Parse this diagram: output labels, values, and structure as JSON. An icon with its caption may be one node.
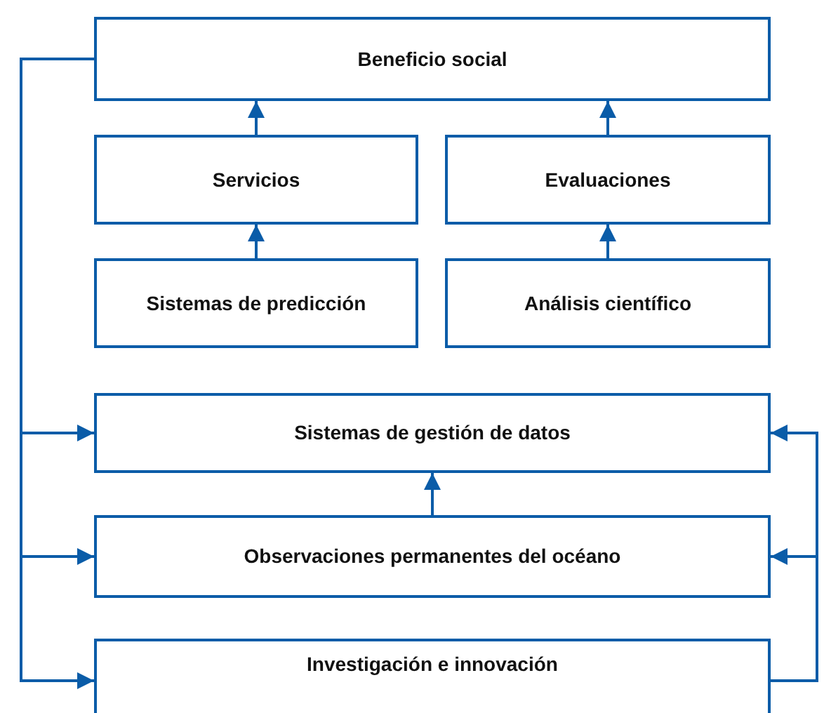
{
  "diagram": {
    "nodes": [
      {
        "text": [
          "Beneficio social"
        ]
      },
      {
        "text": [
          "Servicios"
        ]
      },
      {
        "text": [
          "Evaluaciones"
        ]
      },
      {
        "text": [
          "Sistemas de predicción"
        ]
      },
      {
        "text": [
          "Análisis científico"
        ]
      },
      {
        "text": [
          "Sistemas de gestión de datos"
        ]
      },
      {
        "text": [
          "Observaciones permanentes del océano"
        ]
      },
      {
        "text": [
          "Investigación e innovación"
        ]
      }
    ],
    "edges": [
      {
        "from": 3,
        "to": 1,
        "arrow": "to"
      },
      {
        "from": 1,
        "to": 0,
        "arrow": "to"
      },
      {
        "from": 4,
        "to": 2,
        "arrow": "to"
      },
      {
        "from": 2,
        "to": 0,
        "arrow": "to"
      },
      {
        "from": 6,
        "to": 5,
        "arrow": "to"
      },
      {
        "from": 0,
        "to": 5,
        "arrow": "to"
      },
      {
        "from": 0,
        "to": 6,
        "arrow": "to"
      },
      {
        "from": 0,
        "to": 7,
        "arrow": "to"
      },
      {
        "from": 7,
        "to": 5,
        "arrow": "to"
      },
      {
        "from": 7,
        "to": 6,
        "arrow": "to"
      }
    ]
  }
}
